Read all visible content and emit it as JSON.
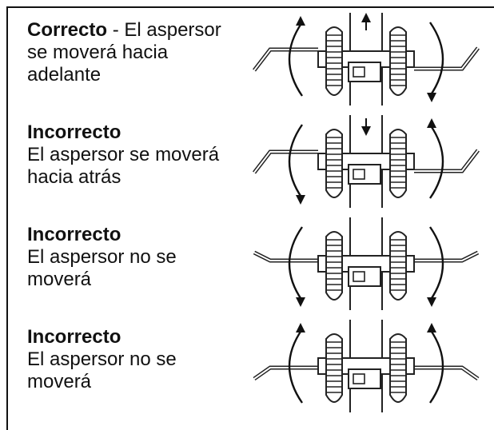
{
  "rows": [
    {
      "heading": "Correcto",
      "text_inline": " - El aspersor se moverá hacia adelante",
      "text": "",
      "center_arrow": "up",
      "left_arc_arrow": "top",
      "right_arc_arrow": "bottom",
      "arms": "up-left-down-right"
    },
    {
      "heading": "Incorrecto",
      "text_inline": "",
      "text": "El aspersor se moverá hacia atrás",
      "center_arrow": "down",
      "left_arc_arrow": "bottom",
      "right_arc_arrow": "top",
      "arms": "up-left-down-right"
    },
    {
      "heading": "Incorrecto",
      "text_inline": "",
      "text": "El aspersor no se moverá",
      "center_arrow": "none",
      "left_arc_arrow": "bottom",
      "right_arc_arrow": "bottom",
      "arms": "up-both"
    },
    {
      "heading": "Incorrecto",
      "text_inline": "",
      "text": "El aspersor no se moverá",
      "center_arrow": "none",
      "left_arc_arrow": "top",
      "right_arc_arrow": "top",
      "arms": "down-both"
    }
  ]
}
